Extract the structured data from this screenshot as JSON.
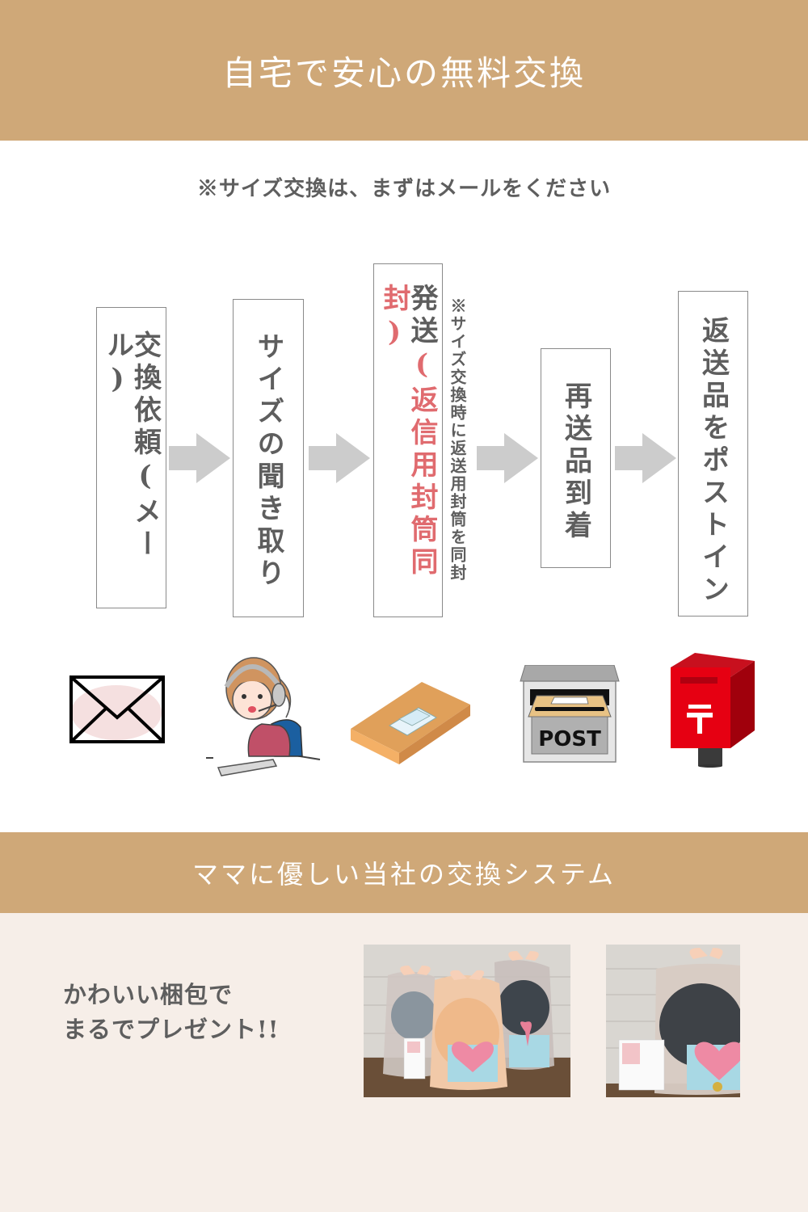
{
  "header": {
    "title": "自宅で安心の無料交換"
  },
  "notice": "※サイズ交換は、まずはメールをください",
  "steps": [
    {
      "label": "交換依頼(メール)"
    },
    {
      "label": "サイズの聞き取り"
    },
    {
      "label_main": "発送",
      "label_highlight": "(返信用封筒同封)"
    },
    {
      "label": "再送品到着"
    },
    {
      "label": "返送品をポストイン"
    }
  ],
  "step3_note": "※サイズ交換時に返送用封筒を同封",
  "icons": [
    {
      "name": "envelope-icon"
    },
    {
      "name": "operator-with-headset-icon"
    },
    {
      "name": "parcel-box-icon"
    },
    {
      "name": "mailbox-icon",
      "label": "POST"
    },
    {
      "name": "japan-post-box-icon",
      "label": "〒"
    }
  ],
  "section2": {
    "title": "ママに優しい当社の交換システム",
    "tagline_line1": "かわいい梱包で",
    "tagline_line2": "まるでプレゼント!!",
    "photos": [
      {
        "name": "gift-bags-three-photo"
      },
      {
        "name": "gift-bag-single-photo"
      }
    ]
  },
  "colors": {
    "banner": "#cfa878",
    "accent_red": "#e06b6f",
    "text": "#5e5e5e",
    "arrow": "#cccccc",
    "bottom_bg": "#f6eee8"
  }
}
